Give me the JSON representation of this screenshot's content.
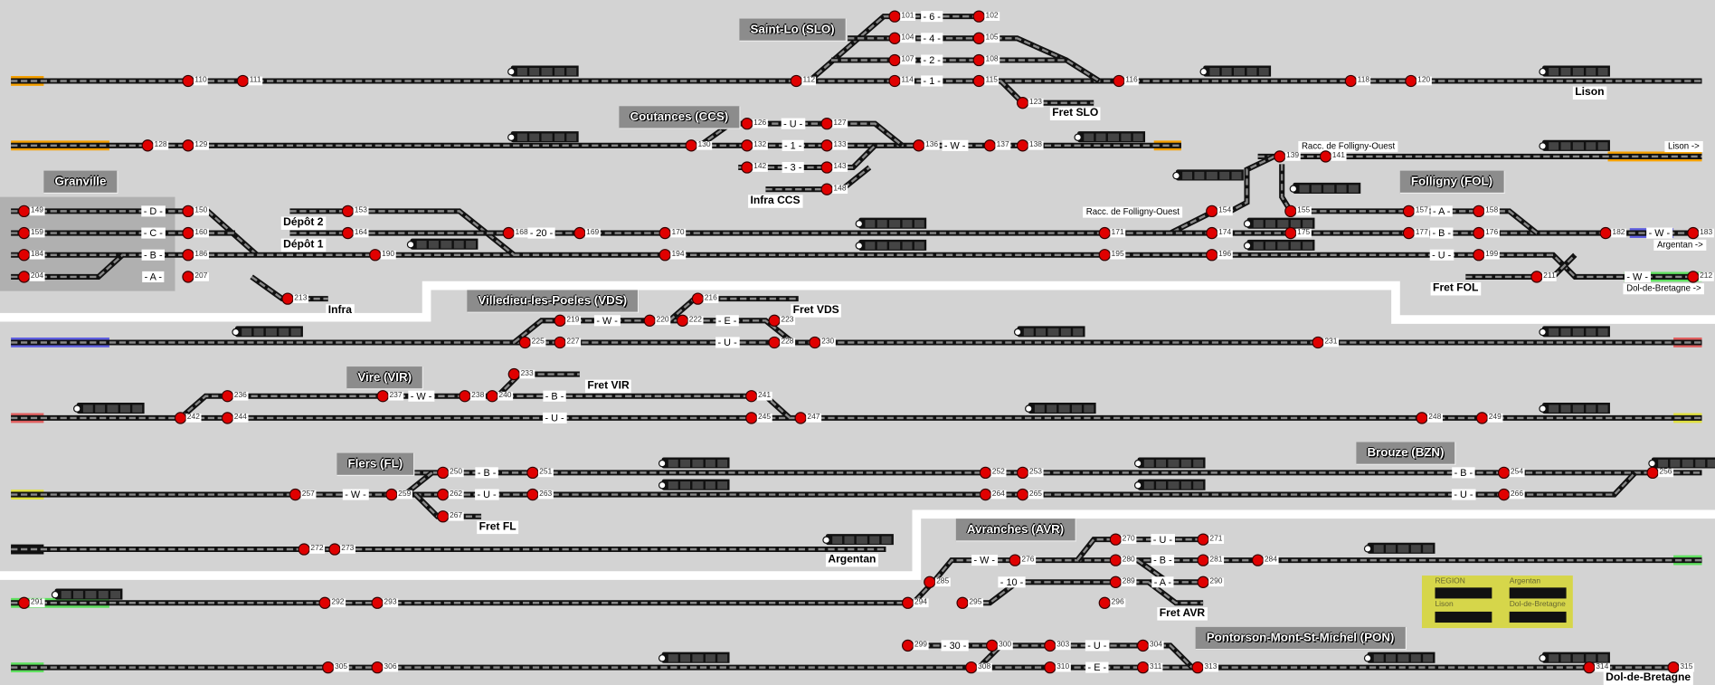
{
  "stations": [
    "Saint-Lo (SLO)",
    "Coutances (CCS)",
    "Granville",
    "Folligny (FOL)",
    "Villedieu-les-Poeles (VDS)",
    "Vire (VIR)",
    "Flers (FL)",
    "Brouze (BZN)",
    "Avranches (AVR)",
    "Pontorson-Mont-St-Michel (PON)"
  ],
  "places": [
    "Fret SLO",
    "Lison",
    "Infra CCS",
    "Dépôt 2",
    "Dépôt 1",
    "Infra",
    "Fret VDS",
    "Fret VIR",
    "Fret FL",
    "Argentan",
    "Fret AVR",
    "Dol-de-Bretagne",
    "Fret FOL"
  ],
  "tags": [
    "Racc. de Folligny-Ouest",
    "Racc. de Folligny-Ouest",
    "Lison ->",
    "Argentan ->",
    "Dol-de-Bretagne ->"
  ],
  "track_labels": [
    "- 6 -",
    "- 4 -",
    "- 2 -",
    "- 1 -",
    "- U -",
    "- 1 -",
    "- 3 -",
    "- W -",
    "- D -",
    "- C -",
    "- B -",
    "- A -",
    "- 20 -",
    "- W -",
    "- E -",
    "- U -",
    "- W -",
    "- B -",
    "- U -",
    "- W -",
    "- B -",
    "- U -",
    "- B -",
    "- U -",
    "- W -",
    "- U -",
    "- B -",
    "- A -",
    "- 10 -",
    "- 30 -",
    "- U -",
    "- E -",
    "- A -",
    "- B -",
    "- U -",
    "- W -",
    "- W -"
  ],
  "signals": [
    "110",
    "111",
    "112",
    "101",
    "102",
    "104",
    "105",
    "107",
    "108",
    "114",
    "115",
    "116",
    "118",
    "120",
    "123",
    "128",
    "129",
    "130",
    "126",
    "127",
    "132",
    "133",
    "142",
    "143",
    "148",
    "136",
    "137",
    "138",
    "139",
    "141",
    "149",
    "150",
    "159",
    "160",
    "184",
    "186",
    "204",
    "207",
    "153",
    "164",
    "190",
    "168",
    "169",
    "170",
    "171",
    "174",
    "175",
    "154",
    "155",
    "157",
    "158",
    "176",
    "177",
    "194",
    "195",
    "196",
    "199",
    "213",
    "182",
    "183",
    "212",
    "211",
    "216",
    "219",
    "220",
    "222",
    "223",
    "225",
    "227",
    "228",
    "230",
    "231",
    "233",
    "236",
    "237",
    "238",
    "240",
    "241",
    "242",
    "244",
    "245",
    "247",
    "248",
    "249",
    "250",
    "251",
    "252",
    "253",
    "262",
    "263",
    "264",
    "265",
    "267",
    "259",
    "257",
    "254",
    "266",
    "256",
    "272",
    "273",
    "276",
    "270",
    "271",
    "280",
    "281",
    "289",
    "290",
    "296",
    "284",
    "285",
    "294",
    "295",
    "291",
    "292",
    "293",
    "299",
    "300",
    "303",
    "304",
    "308",
    "310",
    "311",
    "313",
    "305",
    "306",
    "314",
    "315"
  ],
  "legend": {
    "region": "REGION",
    "argentan": "Argentan",
    "lison": "Lison",
    "dol": "Dol-de-Bretagne"
  },
  "colors": {
    "background": "#d3d3d3",
    "signal_red": "#e00000",
    "orange": "#f5a000",
    "blue": "#6060e0",
    "red": "#e06060",
    "yellow": "#e0e040",
    "green": "#60e060"
  }
}
